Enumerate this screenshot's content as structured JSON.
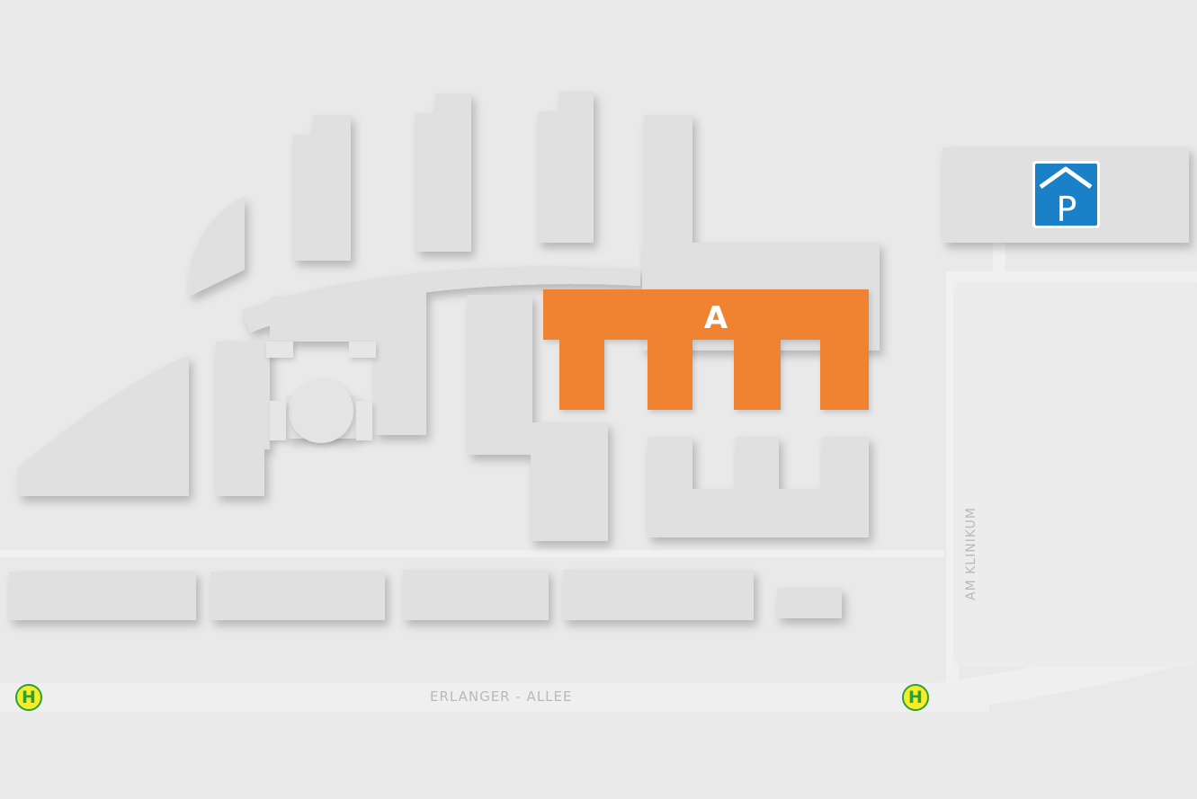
{
  "map": {
    "streets": {
      "main": "ERLANGER - ALLEE",
      "side": "AM KLINIKUM"
    },
    "highlighted_building": {
      "label": "A",
      "color": "#f08332"
    },
    "bus_stops": [
      {
        "label": "H"
      },
      {
        "label": "H"
      }
    ],
    "parking": {
      "label": "P",
      "icon": "parking-garage-icon",
      "color": "#1a80c8"
    }
  }
}
